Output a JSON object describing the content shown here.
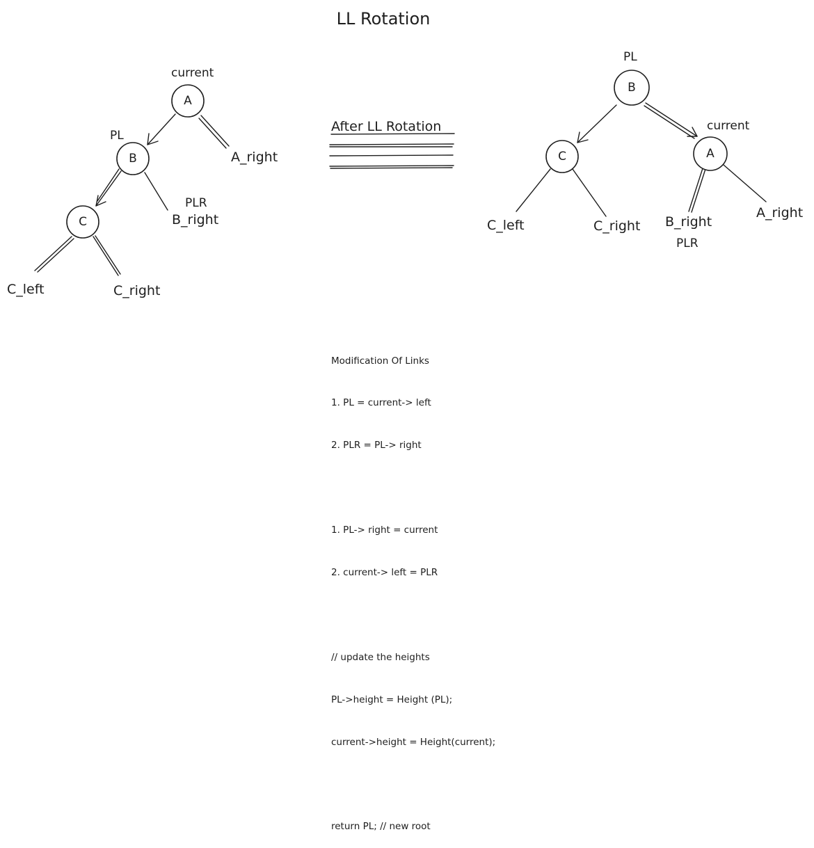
{
  "title": "LL Rotation",
  "colors": {
    "current": "#f08c00",
    "PL": "#1971c2",
    "PLR": "#e03131",
    "ink": "#1e1e1e"
  },
  "before": {
    "nodes": {
      "A": "A",
      "B": "B",
      "C": "C"
    },
    "leaves": {
      "A_right": "A_right",
      "B_right": "B_right",
      "C_left": "C_left",
      "C_right": "C_right"
    },
    "labels": {
      "current": "current",
      "PL": "PL",
      "PLR": "PLR"
    }
  },
  "arrow_label": "After LL Rotation",
  "after": {
    "nodes": {
      "B": "B",
      "C": "C",
      "A": "A"
    },
    "leaves": {
      "C_left": "C_left",
      "C_right": "C_right",
      "B_right": "B_right",
      "A_right": "A_right"
    },
    "labels": {
      "PL": "PL",
      "current": "current",
      "PLR": "PLR"
    }
  },
  "code_lines": [
    "Modification Of Links",
    "1. PL = current-> left",
    "2. PLR = PL-> right",
    "",
    "1. PL-> right = current",
    "2. current-> left = PLR",
    "",
    "// update the heights",
    "PL->height = Height (PL);",
    "current->height = Height(current);",
    "",
    "return PL; // new root"
  ]
}
